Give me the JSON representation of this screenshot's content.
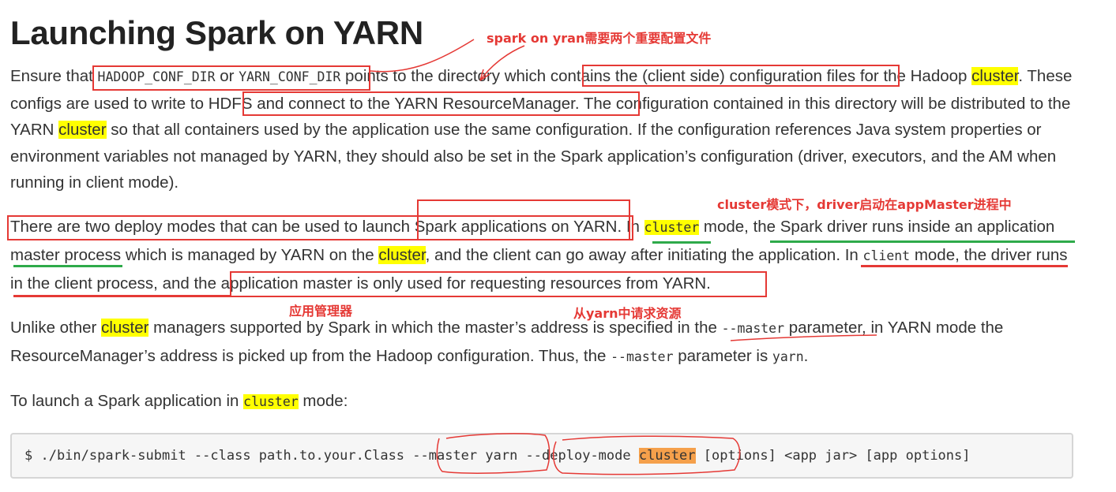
{
  "heading": "Launching Spark on YARN",
  "p1": {
    "t1": "Ensure that ",
    "c1": "HADOOP_CONF_DIR",
    "t2": " or ",
    "c2": "YARN_CONF_DIR",
    "t3": " points to the directory which ",
    "t4": "contains the (client side) configuration files",
    "t5": " for the Hadoop ",
    "kw": "cluster",
    "t6": ". These configs are used to write ",
    "t7": "to HDFS and connect to the YARN ResourceManager.",
    "t8": " The configuration contained in this directory will be distributed to the YARN ",
    "t9": " so that all containers used by the application use the same configuration. If the configuration references Java system properties or environment variables not managed by YARN, they should also be set in the Spark application’s configuration (driver, executors, and the AM when running in client mode)."
  },
  "p2": {
    "t1": "There are two deploy modes that can be used to launch ",
    "t2": "Spark applications on YARN.",
    "t3": " In ",
    "kw_code": "cluster",
    "t4": " mode, the Spark driver runs inside an application master process which is managed by YARN on the ",
    "kw": "cluster",
    "t5": ", and the client can go away after initiating the application. In ",
    "c_client": "client",
    "t6": " mode, the driver runs in the client process, and ",
    "t7": "the application master is only used for requesting resources from YARN."
  },
  "p3": {
    "t1": "Unlike other ",
    "kw": "cluster",
    "t2": " managers supported by Spark in which the master’s address is specified in the ",
    "c_master": "--master",
    "t3": " parameter, in YARN mode the ResourceManager’s address is picked up from the Hadoop configuration. Thus, the ",
    "t4": " parameter is ",
    "c_yarn": "yarn",
    "t5": "."
  },
  "p4": {
    "t1": "To launch a Spark application in ",
    "kw_code": "cluster",
    "t2": " mode:"
  },
  "code": {
    "part1": "$ ./bin/spark-submit --class path.to.your.Class --master yarn --deploy-mode ",
    "kw": "cluster",
    "part2": " [options] <app jar> [app options]"
  },
  "annotations": {
    "note1": "spark on yran需要两个重要配置文件",
    "note2": "cluster模式下，driver启动在appMaster进程中",
    "note3": "应用管理器",
    "note4": "从yarn中请求资源"
  },
  "colors": {
    "highlight": "#ffff00",
    "code_highlight": "#f5a04b",
    "annotation_red": "#e53935",
    "annotation_green": "#2eaa4a"
  }
}
